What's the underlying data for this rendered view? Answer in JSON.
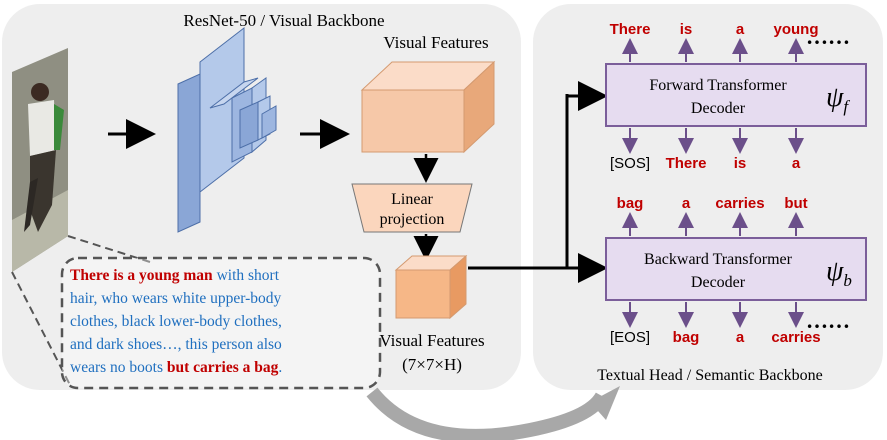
{
  "left_panel": {
    "backbone_title": "ResNet-50 / Visual Backbone",
    "visual_features_top": "Visual Features",
    "linear_projection": [
      "Linear",
      "projection"
    ],
    "visual_features_bottom": [
      "Visual Features",
      "(7×7×H)"
    ]
  },
  "caption": {
    "lines": [
      [
        {
          "t": "There is a young man",
          "style": "red"
        },
        {
          "t": " with short",
          "style": "blue"
        }
      ],
      [
        {
          "t": "hair, who wears white upper-body",
          "style": "blue"
        }
      ],
      [
        {
          "t": "clothes, black lower-body clothes,",
          "style": "blue"
        }
      ],
      [
        {
          "t": "and dark shoes…, this person also",
          "style": "blue"
        }
      ],
      [
        {
          "t": "wears no boots",
          "style": "blue"
        },
        {
          "t": " but carries a bag",
          "style": "red"
        },
        {
          "t": ".",
          "style": "blue"
        }
      ]
    ]
  },
  "right_panel": {
    "title": "Textual Head / Semantic Backbone",
    "forward": {
      "label": [
        "Forward Transformer",
        "Decoder"
      ],
      "psi": "ψ",
      "sub": "f",
      "outputs": [
        "There",
        "is",
        "a",
        "young"
      ],
      "inputs": [
        "[SOS]",
        "There",
        "is",
        "a"
      ]
    },
    "backward": {
      "label": [
        "Backward Transformer",
        "Decoder"
      ],
      "psi": "ψ",
      "sub": "b",
      "outputs": [
        "bag",
        "a",
        "carries",
        "but"
      ],
      "inputs": [
        "[EOS]",
        "bag",
        "a",
        "carries"
      ]
    },
    "ellipsis": "……"
  },
  "colors": {
    "red_text": "#c00000",
    "blue_text": "#1f6fbf",
    "decoder_fill": "#e6dcf0",
    "decoder_stroke": "#7b5e9a",
    "arrow": "#6b4f8a",
    "panel_fill": "#eeeeee",
    "cube_fill": "#f6c8a8",
    "resnet_fill": "#b4c9ea"
  }
}
